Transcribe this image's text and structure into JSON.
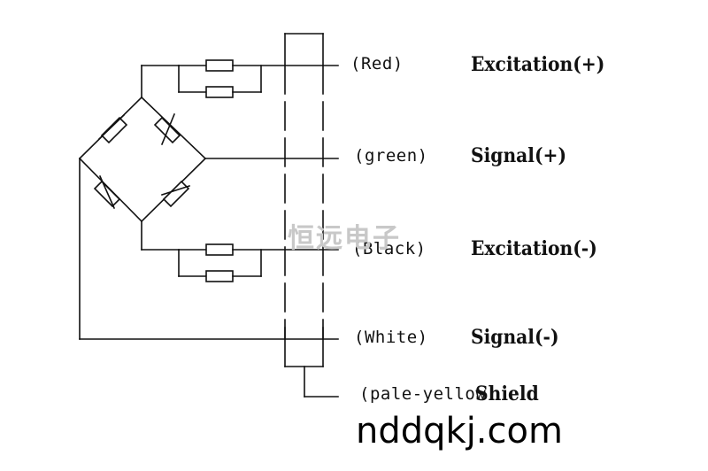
{
  "diagram": {
    "wire_labels": [
      "(Red)",
      "(green)",
      "(Black)",
      "(White)",
      "(pale-yellow"
    ],
    "signal_labels": [
      "Excitation(+)",
      "Signal(+)",
      "Excitation(-)",
      "Signal(-)",
      "Shield"
    ],
    "watermark": "恒远电子",
    "site": "nddqkj.com"
  }
}
